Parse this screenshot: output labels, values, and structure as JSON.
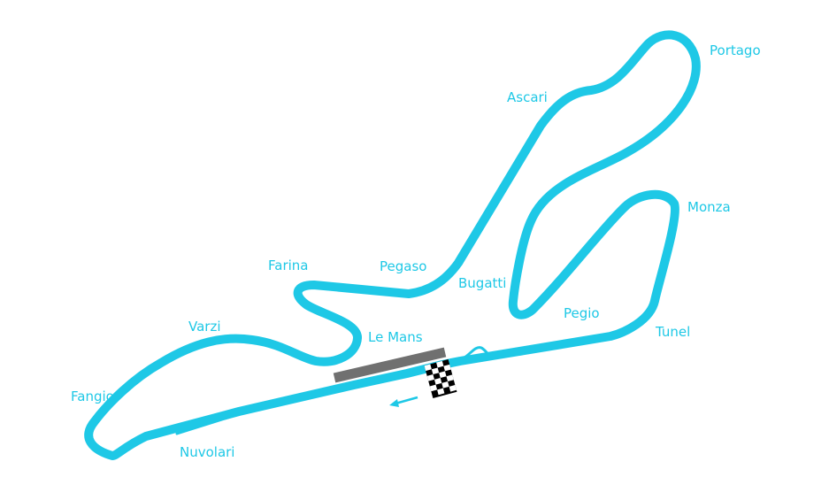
{
  "track": {
    "color": "#1ec8e6",
    "pit_color": "#707070",
    "corners": [
      {
        "id": "portago",
        "label": "Portago"
      },
      {
        "id": "ascari",
        "label": "Ascari"
      },
      {
        "id": "monza",
        "label": "Monza"
      },
      {
        "id": "farina",
        "label": "Farina"
      },
      {
        "id": "pegaso",
        "label": "Pegaso"
      },
      {
        "id": "bugatti",
        "label": "Bugatti"
      },
      {
        "id": "pegio",
        "label": "Pegio"
      },
      {
        "id": "tunel",
        "label": "Tunel"
      },
      {
        "id": "varzi",
        "label": "Varzi"
      },
      {
        "id": "le-mans",
        "label": "Le Mans"
      },
      {
        "id": "fangio",
        "label": "Fangio"
      },
      {
        "id": "nuvolari",
        "label": "Nuvolari"
      }
    ],
    "icons": {
      "start_finish": "checkered-flag-icon",
      "direction": "arrow-left-icon"
    }
  }
}
